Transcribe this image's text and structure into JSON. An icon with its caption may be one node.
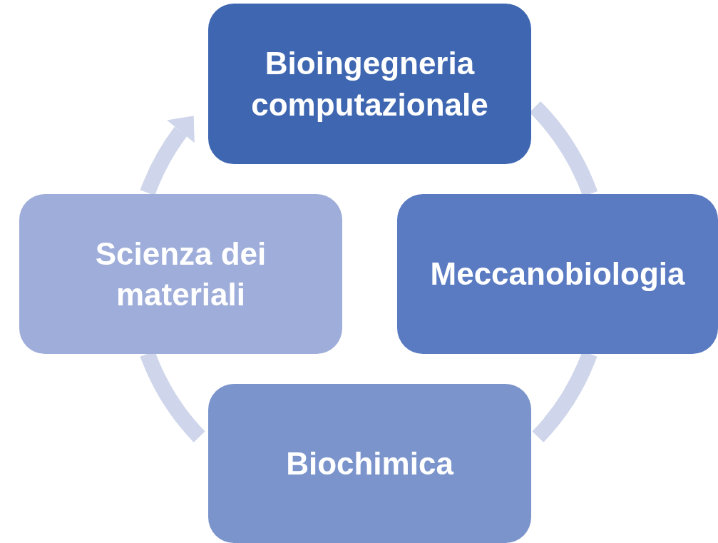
{
  "diagram": {
    "nodes": [
      {
        "text": [
          "Bioingegneria computazionale"
        ]
      },
      {
        "text": [
          "Meccanobiologia"
        ]
      },
      {
        "text": [
          "Biochimica"
        ]
      },
      {
        "text": [
          "Scienza dei materiali"
        ]
      }
    ],
    "edges": [
      {
        "from": 0,
        "to": 1,
        "arrow": "none"
      },
      {
        "from": 1,
        "to": 2,
        "arrow": "none"
      },
      {
        "from": 2,
        "to": 3,
        "arrow": "none"
      },
      {
        "from": 3,
        "to": 0,
        "arrow": "to"
      }
    ]
  }
}
